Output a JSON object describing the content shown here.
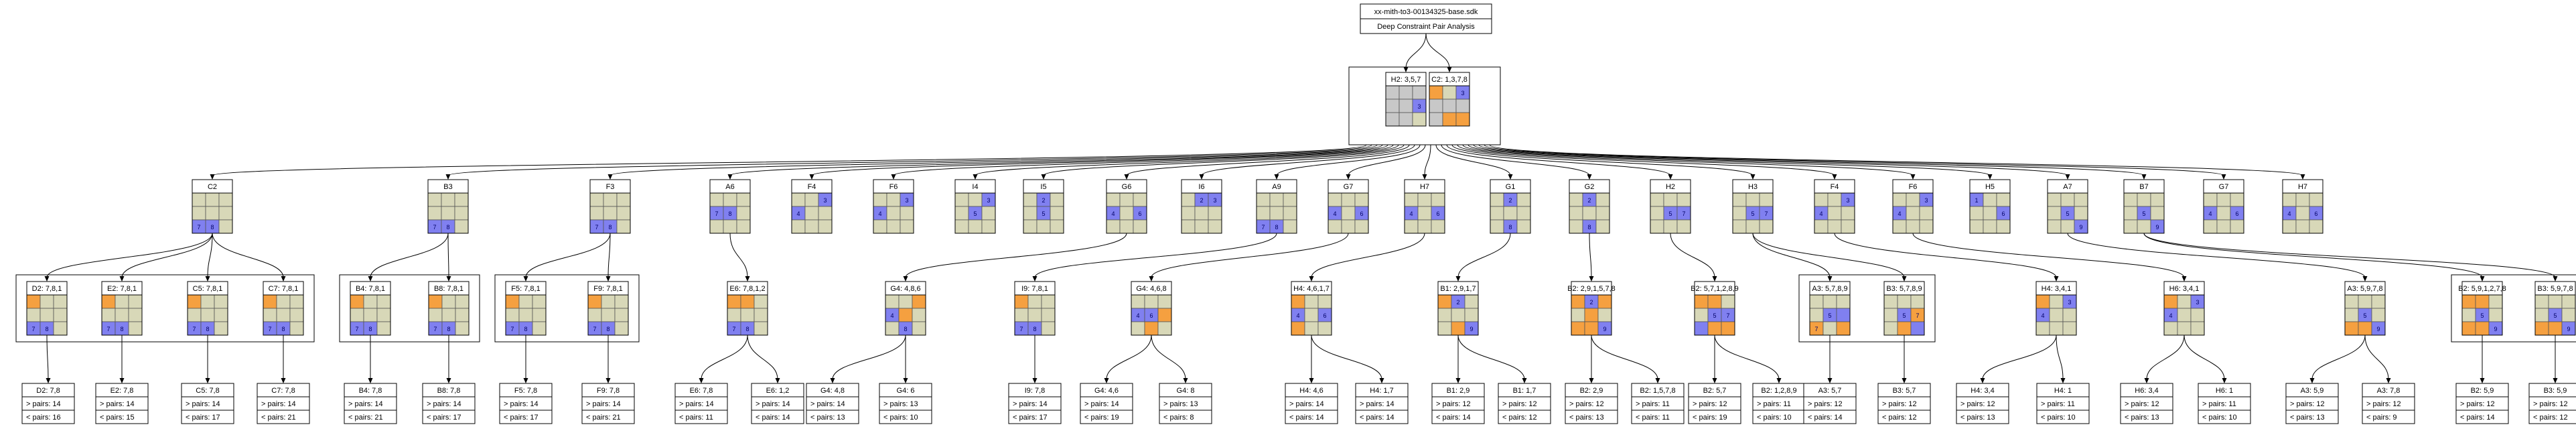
{
  "title_lines": [
    "xx-mith-to3-00134325-base.sdk",
    "Deep Constraint Pair Analysis"
  ],
  "colors": {
    "base": "#d8d8b8",
    "blue": "#8080f0",
    "orange": "#f5a040",
    "grey": "#c8c8c8",
    "edge": "#000000",
    "border": "#000000"
  },
  "root_pair": [
    {
      "id": "r1",
      "label": "H2: 3,5,7",
      "cells": "gggggbgg.",
      "digits": {
        "5": "3"
      }
    },
    {
      "id": "r2",
      "label": "C2: 1,3,7,8",
      "cells": "o.bggggoo",
      "digits": {
        "2": "3"
      }
    }
  ],
  "level1": [
    {
      "id": "a1",
      "label": "C2",
      "cells": "......bb.",
      "digits": {
        "6": "7",
        "7": "8"
      }
    },
    {
      "id": "a2",
      "label": "B3",
      "cells": "......bb.",
      "digits": {
        "6": "7",
        "7": "8"
      }
    },
    {
      "id": "a3",
      "label": "F3",
      "cells": "......bb.",
      "digits": {
        "6": "7",
        "7": "8"
      }
    },
    {
      "id": "a4",
      "label": "A6",
      "cells": "...bb....",
      "digits": {
        "3": "7",
        "4": "8"
      }
    },
    {
      "id": "a5",
      "label": "F4",
      "cells": "..bb.....",
      "digits": {
        "2": "3",
        "3": "4"
      }
    },
    {
      "id": "a6",
      "label": "F6",
      "cells": "..bb.....",
      "digits": {
        "2": "3",
        "3": "4"
      }
    },
    {
      "id": "a7",
      "label": "I4",
      "cells": "..b.b....",
      "digits": {
        "2": "3",
        "4": "5"
      }
    },
    {
      "id": "a8",
      "label": "I5",
      "cells": ".b..b....",
      "digits": {
        "1": "2",
        "4": "5"
      }
    },
    {
      "id": "a9",
      "label": "G6",
      "cells": "...b.b...",
      "digits": {
        "3": "4",
        "5": "6"
      }
    },
    {
      "id": "a10",
      "label": "I6",
      "cells": ".bb......",
      "digits": {
        "1": "2",
        "2": "3"
      }
    },
    {
      "id": "a11",
      "label": "A9",
      "cells": "......bb.",
      "digits": {
        "6": "7",
        "7": "8"
      }
    },
    {
      "id": "a12",
      "label": "G7",
      "cells": "...b.b...",
      "digits": {
        "3": "4",
        "5": "6"
      }
    },
    {
      "id": "a13",
      "label": "H7",
      "cells": "...b.b...",
      "digits": {
        "3": "4",
        "5": "6"
      }
    },
    {
      "id": "a14",
      "label": "G1",
      "cells": ".b.....b.",
      "digits": {
        "1": "2",
        "7": "8"
      }
    },
    {
      "id": "a15",
      "label": "G2",
      "cells": ".b.....b.",
      "digits": {
        "1": "2",
        "7": "8"
      }
    },
    {
      "id": "a16",
      "label": "H2",
      "cells": "....bb...",
      "digits": {
        "4": "5",
        "5": "7"
      }
    },
    {
      "id": "a17",
      "label": "H3",
      "cells": "....bb...",
      "digits": {
        "4": "5",
        "5": "7"
      }
    },
    {
      "id": "a18",
      "label": "F4",
      "cells": "..bb.....",
      "digits": {
        "2": "3",
        "3": "4"
      }
    },
    {
      "id": "a19",
      "label": "F6",
      "cells": "..bb.....",
      "digits": {
        "2": "3",
        "3": "4"
      }
    },
    {
      "id": "a20",
      "label": "H5",
      "cells": "b....b...",
      "digits": {
        "0": "1",
        "5": "6"
      }
    },
    {
      "id": "a21",
      "label": "A7",
      "cells": "....b...b",
      "digits": {
        "4": "5",
        "8": "9"
      }
    },
    {
      "id": "a22",
      "label": "B7",
      "cells": "....b...b",
      "digits": {
        "4": "5",
        "8": "9"
      }
    },
    {
      "id": "a23",
      "label": "G7",
      "cells": "...b.b...",
      "digits": {
        "3": "4",
        "5": "6"
      }
    },
    {
      "id": "a24",
      "label": "H7",
      "cells": "...b.b...",
      "digits": {
        "3": "4",
        "5": "6"
      }
    }
  ],
  "level2": [
    {
      "id": "b1",
      "label": "D2: 7,8,1",
      "cells": "o.....bb.",
      "digits": {
        "6": "7",
        "7": "8"
      },
      "parent": 0
    },
    {
      "id": "b2",
      "label": "E2: 7,8,1",
      "cells": "o.....bb.",
      "digits": {
        "6": "7",
        "7": "8"
      },
      "parent": 0
    },
    {
      "id": "b3",
      "label": "C5: 7,8,1",
      "cells": "o.....bb.",
      "digits": {
        "6": "7",
        "7": "8"
      },
      "parent": 0
    },
    {
      "id": "b4",
      "label": "C7: 7,8,1",
      "cells": "o.....bb.",
      "digits": {
        "6": "7",
        "7": "8"
      },
      "parent": 0
    },
    {
      "id": "b5",
      "label": "B4: 7,8,1",
      "cells": "o.....bb.",
      "digits": {
        "6": "7",
        "7": "8"
      },
      "parent": 1
    },
    {
      "id": "b6",
      "label": "B8: 7,8,1",
      "cells": "o.....bb.",
      "digits": {
        "6": "7",
        "7": "8"
      },
      "parent": 1
    },
    {
      "id": "b7",
      "label": "F5: 7,8,1",
      "cells": "o.....bb.",
      "digits": {
        "6": "7",
        "7": "8"
      },
      "parent": 2
    },
    {
      "id": "b8",
      "label": "F9: 7,8,1",
      "cells": "o.....bb.",
      "digits": {
        "6": "7",
        "7": "8"
      },
      "parent": 2
    },
    {
      "id": "b9",
      "label": "E6: 7,8,1,2",
      "cells": "oo....bb.",
      "digits": {
        "6": "7",
        "7": "8"
      },
      "parent": 3
    },
    {
      "id": "b10",
      "label": "G4: 4,8,6",
      "cells": "..obo..b.",
      "digits": {
        "3": "4",
        "7": "8"
      },
      "parent": 8
    },
    {
      "id": "b11",
      "label": "I9: 7,8,1",
      "cells": "o.....bb.",
      "digits": {
        "6": "7",
        "7": "8"
      },
      "parent": 10
    },
    {
      "id": "b12",
      "label": "G4: 4,6,8",
      "cells": "...bbo.o.",
      "digits": {
        "3": "4",
        "4": "6"
      },
      "parent": 11
    },
    {
      "id": "b13",
      "label": "H4: 4,6,1,7",
      "cells": "o..b.bo..",
      "digits": {
        "3": "4",
        "5": "6"
      },
      "parent": 12
    },
    {
      "id": "b14",
      "label": "B1: 2,9,1,7",
      "cells": "ob.....ob",
      "digits": {
        "1": "2",
        "8": "9"
      },
      "parent": 13
    },
    {
      "id": "b15",
      "label": "B2: 2,9,1,5,7,8",
      "cells": "obo.o.oob",
      "digits": {
        "1": "2",
        "8": "9"
      },
      "parent": 14
    },
    {
      "id": "b16",
      "label": "B2: 5,7,1,2,8,9",
      "cells": "oo..bbboo",
      "digits": {
        "4": "5",
        "5": "7"
      },
      "parent": 15
    },
    {
      "id": "b17",
      "label": "A3: 5,7,8,9",
      "cells": "....bbo.o",
      "digits": {
        "4": "5",
        "6": "7"
      },
      "parent": 16
    },
    {
      "id": "b18",
      "label": "B3: 5,7,8,9",
      "cells": "....bo.ob",
      "digits": {
        "4": "5",
        "5": "7"
      },
      "parent": 16
    },
    {
      "id": "b19",
      "label": "H4: 3,4,1",
      "cells": "o.bb.....",
      "digits": {
        "2": "3",
        "3": "4"
      },
      "parent": 17
    },
    {
      "id": "b20",
      "label": "H6: 3,4,1",
      "cells": "o.bb.....",
      "digits": {
        "2": "3",
        "3": "4"
      },
      "parent": 18
    },
    {
      "id": "b21",
      "label": "A3: 5,9,7,8",
      "cells": "....b.oob",
      "digits": {
        "4": "5",
        "8": "9"
      },
      "parent": 20
    },
    {
      "id": "b22",
      "label": "B2: 5,9,1,2,7,8",
      "cells": "oo..b.oob",
      "digits": {
        "4": "5",
        "8": "9"
      },
      "parent": 21
    },
    {
      "id": "b23",
      "label": "B3: 5,9,7,8",
      "cells": "....b.oob",
      "digits": {
        "4": "5",
        "8": "9"
      },
      "parent": 21
    }
  ],
  "level3": [
    {
      "id": "c1",
      "label": "D2: 7,8",
      "gt": "> pairs: 14",
      "lt": "< pairs: 16",
      "parent": 0
    },
    {
      "id": "c2",
      "label": "E2: 7,8",
      "gt": "> pairs: 14",
      "lt": "< pairs: 15",
      "parent": 1
    },
    {
      "id": "c3",
      "label": "C5: 7,8",
      "gt": "> pairs: 14",
      "lt": "< pairs: 17",
      "parent": 2
    },
    {
      "id": "c4",
      "label": "C7: 7,8",
      "gt": "> pairs: 14",
      "lt": "< pairs: 21",
      "parent": 3
    },
    {
      "id": "c5",
      "label": "B4: 7,8",
      "gt": "> pairs: 14",
      "lt": "< pairs: 21",
      "parent": 4
    },
    {
      "id": "c6",
      "label": "B8: 7,8",
      "gt": "> pairs: 14",
      "lt": "< pairs: 17",
      "parent": 5
    },
    {
      "id": "c7",
      "label": "F5: 7,8",
      "gt": "> pairs: 14",
      "lt": "< pairs: 17",
      "parent": 6
    },
    {
      "id": "c8",
      "label": "F9: 7,8",
      "gt": "> pairs: 14",
      "lt": "< pairs: 21",
      "parent": 7
    },
    {
      "id": "c9",
      "label": "E6: 7,8",
      "gt": "> pairs: 14",
      "lt": "< pairs: 11",
      "parent": 8
    },
    {
      "id": "c10",
      "label": "E6: 1,2",
      "gt": "> pairs: 14",
      "lt": "< pairs: 14",
      "parent": 8
    },
    {
      "id": "c11",
      "label": "G4: 4,8",
      "gt": "> pairs: 14",
      "lt": "< pairs: 13",
      "parent": 9
    },
    {
      "id": "c12",
      "label": "G4: 6",
      "gt": "> pairs: 13",
      "lt": "< pairs: 10",
      "parent": 9
    },
    {
      "id": "c13",
      "label": "I9: 7,8",
      "gt": "> pairs: 14",
      "lt": "< pairs: 17",
      "parent": 10
    },
    {
      "id": "c14",
      "label": "G4: 4,6",
      "gt": "> pairs: 14",
      "lt": "< pairs: 19",
      "parent": 11
    },
    {
      "id": "c15",
      "label": "G4: 8",
      "gt": "> pairs: 13",
      "lt": "< pairs: 8",
      "parent": 11
    },
    {
      "id": "c16",
      "label": "H4: 4,6",
      "gt": "> pairs: 14",
      "lt": "< pairs: 14",
      "parent": 12
    },
    {
      "id": "c17",
      "label": "H4: 1,7",
      "gt": "> pairs: 14",
      "lt": "< pairs: 14",
      "parent": 12
    },
    {
      "id": "c18",
      "label": "B1: 2,9",
      "gt": "> pairs: 12",
      "lt": "< pairs: 14",
      "parent": 13
    },
    {
      "id": "c19",
      "label": "B1: 1,7",
      "gt": "> pairs: 12",
      "lt": "< pairs: 12",
      "parent": 13
    },
    {
      "id": "c20",
      "label": "B2: 2,9",
      "gt": "> pairs: 12",
      "lt": "< pairs: 13",
      "parent": 14
    },
    {
      "id": "c21",
      "label": "B2: 1,5,7,8",
      "gt": "> pairs: 11",
      "lt": "< pairs: 11",
      "parent": 14
    },
    {
      "id": "c22",
      "label": "B2: 5,7",
      "gt": "> pairs: 12",
      "lt": "< pairs: 19",
      "parent": 15
    },
    {
      "id": "c23",
      "label": "B2: 1,2,8,9",
      "gt": "> pairs: 11",
      "lt": "< pairs: 10",
      "parent": 15
    },
    {
      "id": "c24",
      "label": "A3: 5,7",
      "gt": "> pairs: 12",
      "lt": "< pairs: 14",
      "parent": 16
    },
    {
      "id": "c25",
      "label": "B3: 5,7",
      "gt": "> pairs: 12",
      "lt": "< pairs: 12",
      "parent": 17
    },
    {
      "id": "c26",
      "label": "H4: 3,4",
      "gt": "> pairs: 12",
      "lt": "< pairs: 13",
      "parent": 18
    },
    {
      "id": "c27",
      "label": "H4: 1",
      "gt": "> pairs: 11",
      "lt": "< pairs: 10",
      "parent": 18
    },
    {
      "id": "c28",
      "label": "H6: 3,4",
      "gt": "> pairs: 12",
      "lt": "< pairs: 13",
      "parent": 19
    },
    {
      "id": "c29",
      "label": "H6: 1",
      "gt": "> pairs: 11",
      "lt": "< pairs: 10",
      "parent": 19
    },
    {
      "id": "c30",
      "label": "A3: 5,9",
      "gt": "> pairs: 12",
      "lt": "< pairs: 13",
      "parent": 20
    },
    {
      "id": "c31",
      "label": "A3: 7,8",
      "gt": "> pairs: 12",
      "lt": "< pairs: 9",
      "parent": 20
    },
    {
      "id": "c32",
      "label": "B2: 5,9",
      "gt": "> pairs: 12",
      "lt": "< pairs: 14",
      "parent": 21
    },
    {
      "id": "c33",
      "label": "B3: 5,9",
      "gt": "> pairs: 12",
      "lt": "< pairs: 12",
      "parent": 22
    }
  ]
}
